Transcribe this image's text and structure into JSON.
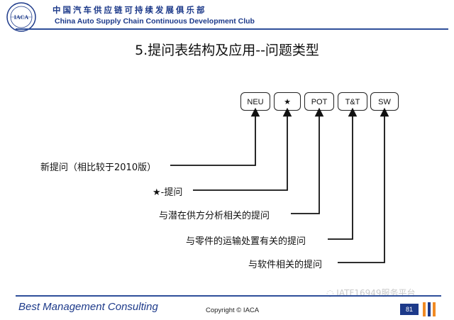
{
  "header": {
    "logo_text": "IACA",
    "org_cn": "中国汽车供应链可持续发展俱乐部",
    "org_en": "China Auto Supply Chain Continuous Development Club"
  },
  "title": "5.提问表结构及应用--问题类型",
  "codes": [
    "NEU",
    "★",
    "POT",
    "T&T",
    "SW"
  ],
  "descriptions": [
    "新提问（相比较于2010版）",
    "★-提问",
    "与潜在供方分析相关的提问",
    "与零件的运输处置有关的提问",
    "与软件相关的提问"
  ],
  "footer": {
    "company": "Best Management Consulting",
    "copyright": "Copyright © IACA",
    "page": "81",
    "watermark": "IATF16949服务平台"
  },
  "colors": {
    "brand_blue": "#1d3a8a",
    "accent_orange": "#f08a24"
  }
}
